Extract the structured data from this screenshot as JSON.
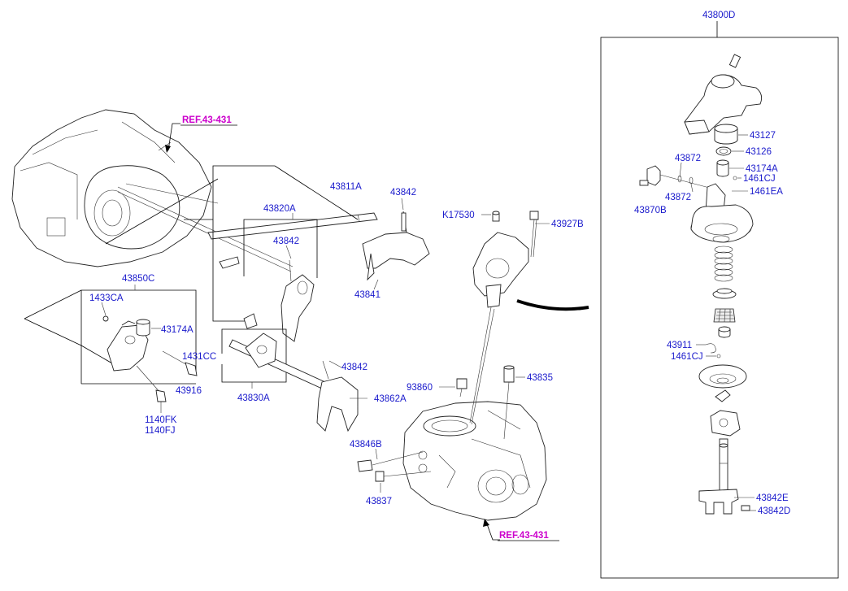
{
  "refs": {
    "top": "REF.43-431",
    "bottom": "REF.43-431"
  },
  "labels": {
    "p43800D": "43800D",
    "p43127": "43127",
    "p43126": "43126",
    "p43872a": "43872",
    "p43174A_r": "43174A",
    "p1461CJ_r1": "1461CJ",
    "p1461EA": "1461EA",
    "p43872b": "43872",
    "p43870B": "43870B",
    "p43811A": "43811A",
    "p43842_a": "43842",
    "p43820A": "43820A",
    "p43842_b": "43842",
    "p43841": "43841",
    "pK17530": "K17530",
    "p43927B": "43927B",
    "p43850C": "43850C",
    "p1433CA": "1433CA",
    "p43174A_l": "43174A",
    "p43916": "43916",
    "p1140FK": "1140FK",
    "p1140FJ": "1140FJ",
    "p1431CC": "1431CC",
    "p43830A": "43830A",
    "p43842_c": "43842",
    "p43862A": "43862A",
    "p93860": "93860",
    "p43835": "43835",
    "p43846B": "43846B",
    "p43837": "43837",
    "p43911": "43911",
    "p1461CJ_r2": "1461CJ",
    "p43842E": "43842E",
    "p43842D": "43842D"
  }
}
